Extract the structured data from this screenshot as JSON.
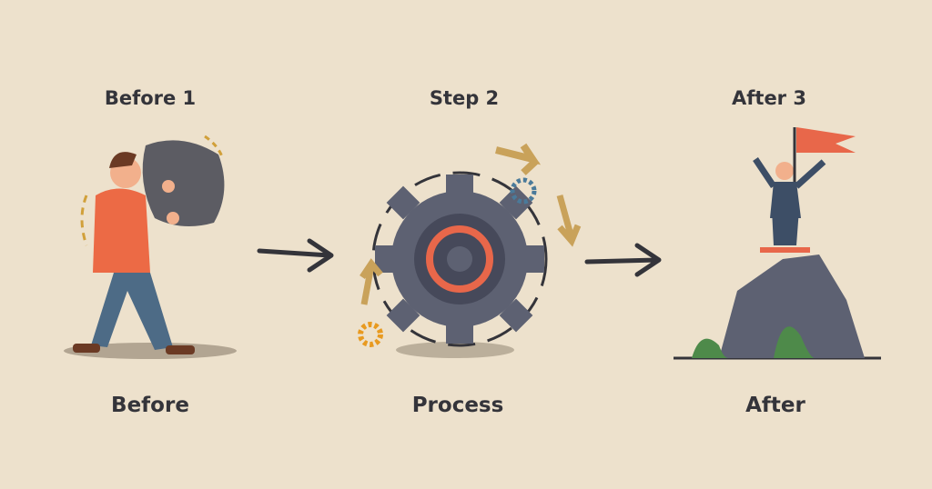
{
  "stages": [
    {
      "heading": "Before 1",
      "caption": "Before"
    },
    {
      "heading": "Step 2",
      "caption": "Process"
    },
    {
      "heading": "After 3",
      "caption": "After"
    }
  ],
  "colors": {
    "background": "#ede1cc",
    "text": "#34343a",
    "accent": "#e8674a",
    "gear": "#5d6172",
    "gold": "#c9a25a"
  }
}
